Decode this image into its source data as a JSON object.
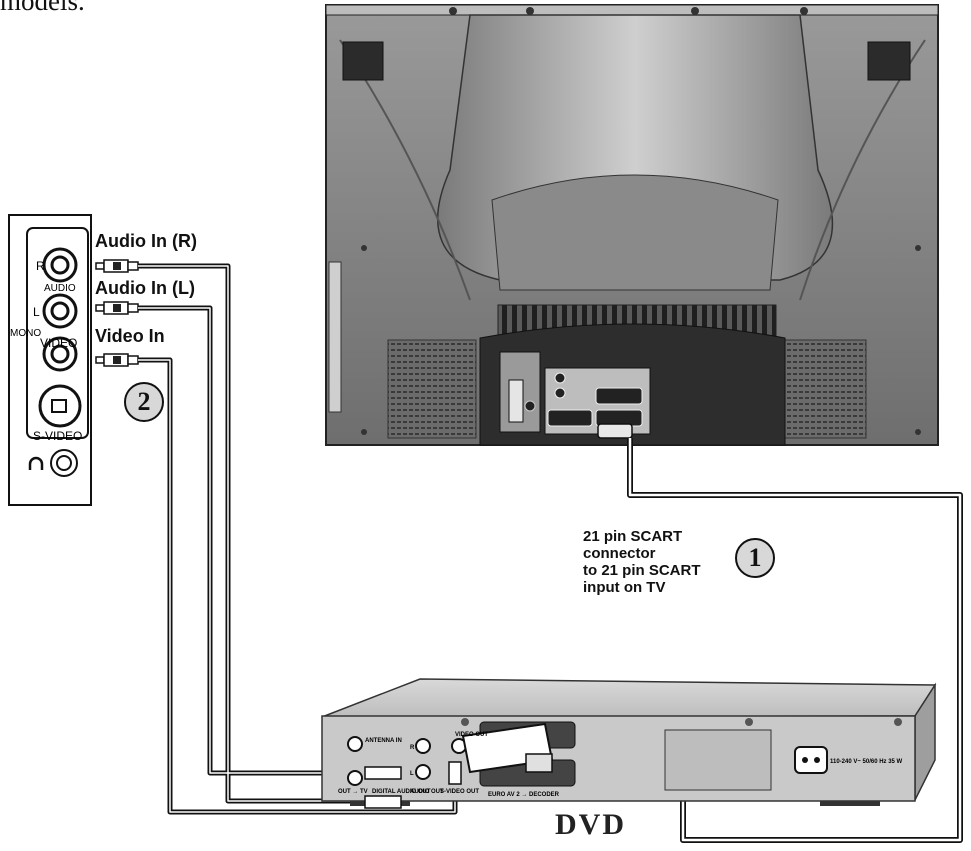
{
  "partial_text": "models.",
  "panel": {
    "jack_r": "R",
    "audio": "AUDIO",
    "jack_l": "L",
    "mono": "MONO",
    "video": "VIDEO",
    "svideo": "S-VIDEO"
  },
  "labels": {
    "audio_in_r": "Audio In (R)",
    "audio_in_l": "Audio In (L)",
    "video_in": "Video In"
  },
  "badges": {
    "one": "1",
    "two": "2"
  },
  "scart_note": [
    "21 pin SCART",
    "connector",
    "to 21 pin SCART",
    "input on TV"
  ],
  "dvd_panel": {
    "antenna_in": "ANTENNA IN",
    "out_tv": "OUT → TV",
    "digital_audio_out": "DIGITAL AUDIO OUT",
    "audio_out": "AUDIO OUT",
    "video_out": "VIDEO OUT",
    "svideo_out": "S-VIDEO OUT",
    "euro_av2": "EURO AV 2 → DECODER",
    "jack_r": "R",
    "jack_l": "L",
    "power": "110-240 V~ 50/60 Hz 35 W"
  },
  "dvd_label": "DVD"
}
